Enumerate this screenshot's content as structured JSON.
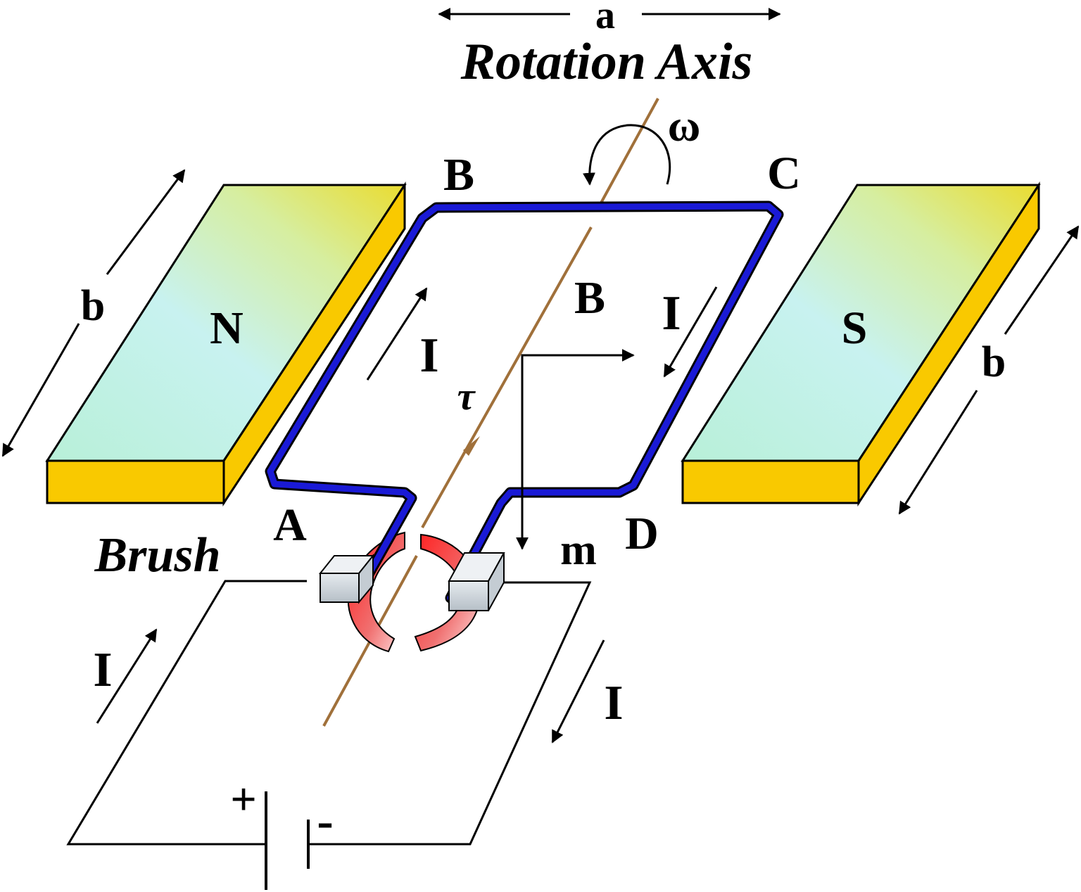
{
  "labels": {
    "a": "a",
    "rotation_axis": "Rotation Axis",
    "omega": "ω",
    "corner_b": "B",
    "corner_c": "C",
    "corner_a": "A",
    "corner_d": "D",
    "field_b": "B",
    "b_left": "b",
    "b_right": "b",
    "magnet_n": "N",
    "magnet_s": "S",
    "current_left": "I",
    "current_right": "I",
    "current_circuit_left": "I",
    "current_circuit_right": "I",
    "tau": "τ",
    "moment_m": "m",
    "brush": "Brush",
    "plus": "+",
    "minus": "-"
  },
  "colors": {
    "loop": "#1a1ad6",
    "axis": "#a0703a",
    "magnet_top_light": "#d2f6ff",
    "magnet_top_dark": "#e6e03a",
    "magnet_side": "#f7c800",
    "commutator": "#e83030",
    "brush": "#d8dde2"
  }
}
